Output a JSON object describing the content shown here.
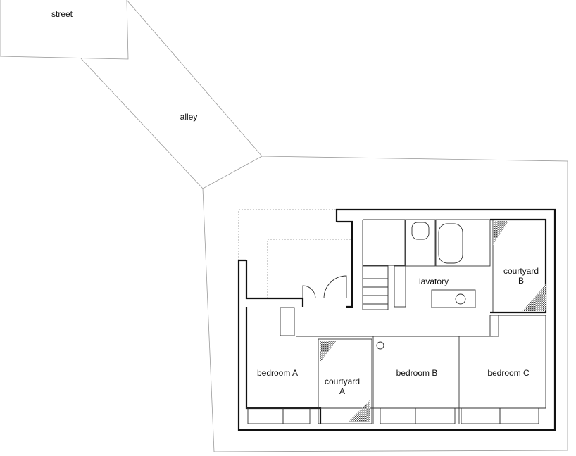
{
  "labels": {
    "street": "street",
    "alley": "alley",
    "lavatory": "lavatory",
    "courtyard_b_line1": "courtyard",
    "courtyard_b_line2": "B",
    "bedroom_a": "bedroom A",
    "courtyard_a_line1": "courtyard",
    "courtyard_a_line2": "A",
    "bedroom_b": "bedroom B",
    "bedroom_c": "bedroom C"
  }
}
